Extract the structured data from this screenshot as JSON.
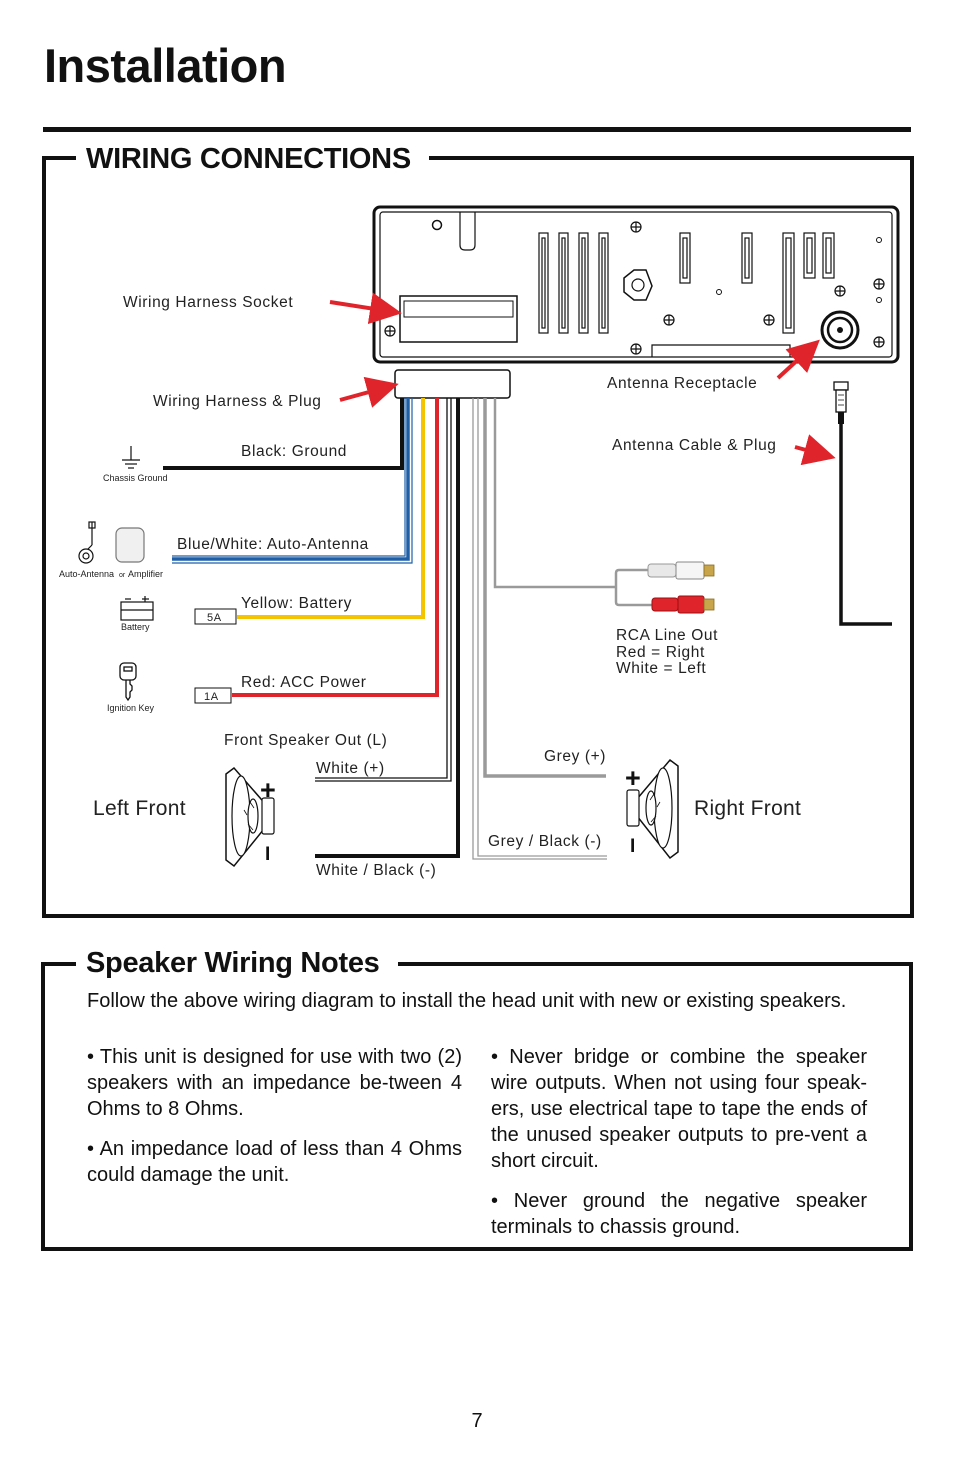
{
  "page": {
    "title": "Installation",
    "number": "7"
  },
  "wiring": {
    "heading": "WIRING CONNECTIONS",
    "labels": {
      "harness_socket": "Wiring Harness Socket",
      "harness_plug": "Wiring Harness & Plug",
      "antenna_receptacle": "Antenna Receptacle",
      "antenna_cable": "Antenna Cable & Plug",
      "black_ground": "Black: Ground",
      "blue_white": "Blue/White: Auto-Antenna",
      "yellow_battery": "Yellow: Battery",
      "red_acc": "Red: ACC Power",
      "front_speaker_out_l": "Front Speaker Out (L)",
      "white_plus": "White (+)",
      "white_black_minus": "White / Black (-)",
      "grey_plus": "Grey (+)",
      "grey_black_minus": "Grey / Black (-)",
      "rca_line_out": "RCA Line Out",
      "rca_red": "Red = Right",
      "rca_white": "White = Left",
      "left_front": "Left Front",
      "right_front": "Right Front",
      "chassis_ground": "Chassis Ground",
      "auto_antenna": "Auto-Antenna",
      "or": "or",
      "amplifier": "Amplifier",
      "battery": "Battery",
      "ignition_key": "Ignition Key",
      "fuse_5a": "5A",
      "fuse_1a": "1A",
      "plus_sign": "+",
      "minus_sign": "I"
    },
    "wire_colors": {
      "black": "#111111",
      "blue": "#1f5fa8",
      "yellow": "#f5c400",
      "red": "#e0242b",
      "grey": "#9a9a9a",
      "arrow": "#e0242b"
    }
  },
  "notes": {
    "heading": "Speaker Wiring Notes",
    "intro": "Follow the above wiring diagram to install the head unit with new or existing speakers.",
    "left": [
      "• This unit is designed for use with two (2) speakers with an impedance be-tween 4 Ohms to 8 Ohms.",
      "• An impedance load of less than 4 Ohms could damage the unit."
    ],
    "right": [
      "• Never bridge or combine the speaker wire outputs. When not using four speak-ers, use electrical tape to tape the ends of the unused speaker outputs to pre-vent a short circuit.",
      "• Never ground the negative speaker terminals to chassis ground."
    ]
  }
}
